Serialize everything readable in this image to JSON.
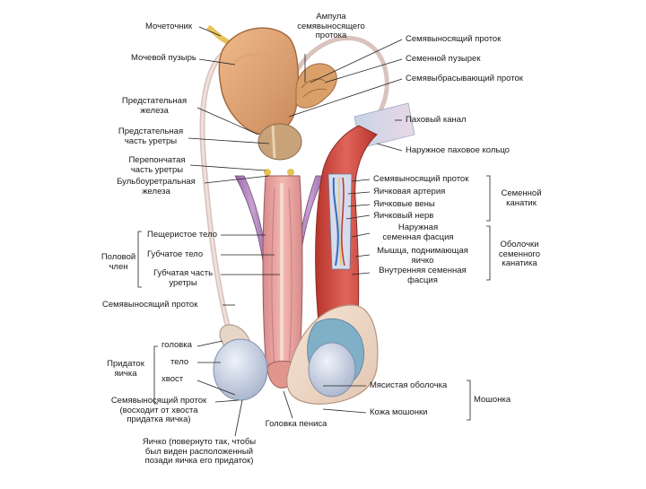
{
  "labels": {
    "urethra_canal": "Мочеточник",
    "bladder": "Мочевой пузырь",
    "ampulla": "Ампула\nсемявыносящего\nпротока",
    "vas_deferens_top": "Семявыносящий проток",
    "seminal_vesicle": "Семенной пузырек",
    "ejaculatory_duct": "Семявыбрасывающий проток",
    "prostate": "Предстательная\nжелеза",
    "prostatic_urethra": "Предстательная\nчасть уретры",
    "membranous_urethra": "Перепончатая\nчасть уретры",
    "bulbourethral": "Бульбоуретральная\nжелеза",
    "inguinal_canal": "Паховый канал",
    "inguinal_ring": "Наружное паховое кольцо",
    "cord_vas": "Семявыносящий проток",
    "testicular_artery": "Яичковая артерия",
    "testicular_veins": "Яичковые вены",
    "testicular_nerve": "Яичковый нерв",
    "spermatic_cord": "Семенной\nканатик",
    "external_fascia": "Наружная\nсеменная фасция",
    "cremaster": "Мышца, поднимающая\nяичко",
    "internal_fascia": "Внутренняя семенная\nфасция",
    "cord_coverings": "Оболочки\nсеменного\nканатика",
    "cavernous": "Пещеристое тело",
    "spongy": "Губчатое тело",
    "spongy_urethra": "Губчатая часть\nуретры",
    "penis": "Половой\nчлен",
    "vas_deferens_mid": "Семявыносящий проток",
    "epi_head": "головка",
    "epi_body": "тело",
    "epi_tail": "хвост",
    "epididymis": "Придаток\nяичка",
    "vas_ascends": "Семявыносящий проток\n(восходит от хвоста\nпридатка яичка)",
    "glans": "Головка пениса",
    "dartos": "Мясистая оболочка",
    "scrotal_skin": "Кожа мошонки",
    "scrotum": "Мошонка",
    "testis": "Яичко (повернуто так, чтобы\nбыл виден расположенный\nпозади яичка его придаток)"
  }
}
